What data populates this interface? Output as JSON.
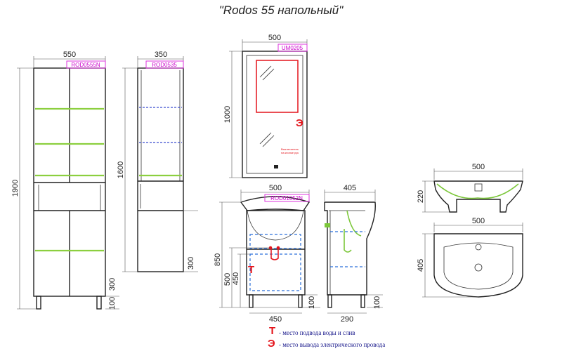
{
  "title": "\"Rodos 55 напольный\"",
  "cabinet_tall": {
    "code": "ROD0555N",
    "dim_width": "550",
    "dim_height": "1900",
    "dim_legs": "100",
    "dim_lower": "300"
  },
  "cabinet_narrow": {
    "code": "ROD0535",
    "dim_width": "350",
    "dim_height": "1600",
    "dim_bottom": "300"
  },
  "mirror": {
    "code": "UM0205",
    "dim_width": "500",
    "dim_height": "1000",
    "socket_caption_line1": "Выключатель",
    "socket_caption_line2": "на кнопке рук",
    "socket_mark": "Э"
  },
  "vanity_front": {
    "code": "ROD01052N",
    "dim_width": "500",
    "dim_height": "850",
    "dim_pipes": "500",
    "dim_pipes2": "450",
    "dim_legs": "100",
    "dim_bottom_width": "450",
    "pipe_mark": "Т"
  },
  "vanity_side": {
    "dim_depth": "405",
    "dim_bottom_depth": "290",
    "dim_legs": "100"
  },
  "basin_side": {
    "dim_width": "500",
    "dim_height": "220"
  },
  "basin_top": {
    "dim_width": "500",
    "dim_depth": "405"
  },
  "legend": [
    {
      "mark": "Т",
      "text": "- место подвода воды и слив"
    },
    {
      "mark": "Э",
      "text": "- место вывода электрического провода"
    }
  ]
}
